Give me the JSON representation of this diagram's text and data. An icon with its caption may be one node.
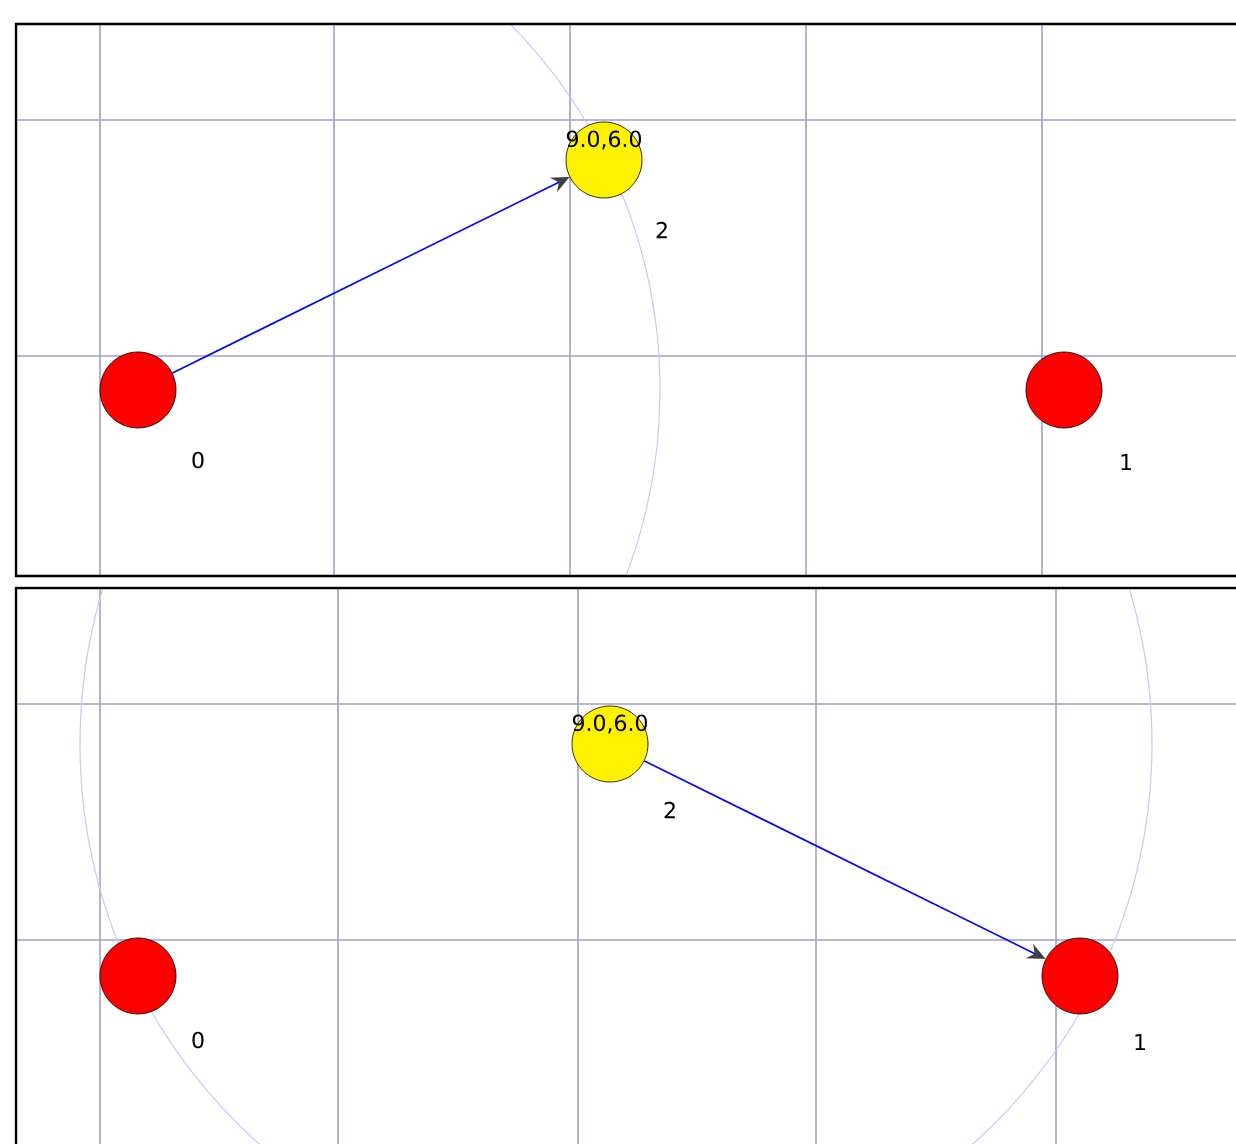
{
  "diagram": {
    "nodes": [
      {
        "text": [],
        "shape": "box"
      },
      {
        "text": [],
        "shape": "circle",
        "beside": [
          "0"
        ],
        "in": 0
      },
      {
        "text": [
          "9.0,6.0"
        ],
        "beside": [
          "2"
        ],
        "in": 0
      },
      {
        "text": [],
        "shape": "circle",
        "beside": [
          "1"
        ],
        "in": 0
      },
      {
        "text": [],
        "shape": "box"
      },
      {
        "text": [],
        "shape": "circle",
        "beside": [
          "0"
        ],
        "in": 4
      },
      {
        "text": [
          "9.0,6.0"
        ],
        "beside": [
          "2"
        ],
        "in": 4
      },
      {
        "text": [],
        "shape": "circle",
        "beside": [
          "1"
        ],
        "in": 4
      }
    ],
    "edges": [
      {
        "from": 1,
        "to": 2,
        "arrow": "to"
      },
      {
        "from": 6,
        "to": 7,
        "arrow": "to"
      }
    ]
  }
}
